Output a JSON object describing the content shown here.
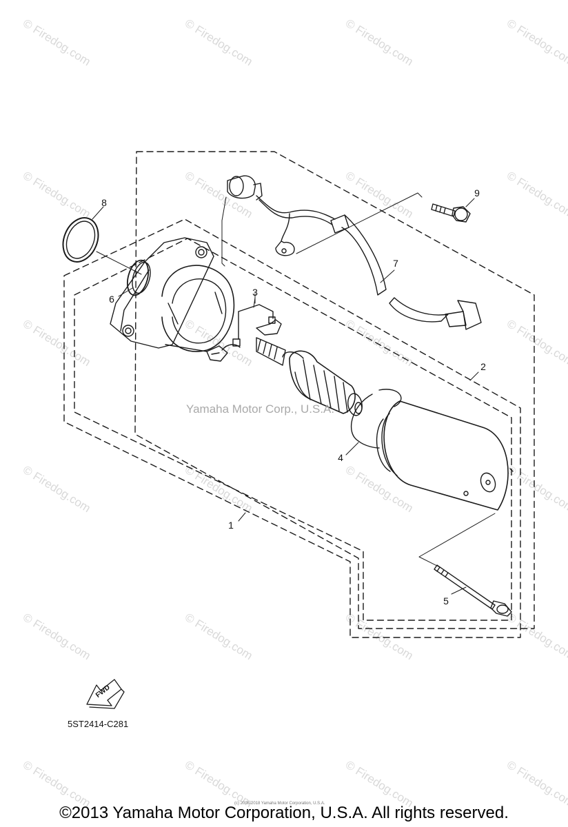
{
  "watermark": {
    "text": "© Firedog.com"
  },
  "callouts": {
    "c1": "1",
    "c2": "2",
    "c3": "3",
    "c4": "4",
    "c5": "5",
    "c6": "6",
    "c7": "7",
    "c8": "8",
    "c9": "9"
  },
  "center_watermark": "Yamaha Motor Corp., U.S.A.",
  "fwd_label": "FWD",
  "diagram_code": "5ST2414-C281",
  "tiny_credit": "(c) 2008-2018 Yamaha Motor Corporation, U.S.A.",
  "footer": "©2013 Yamaha Motor Corporation, U.S.A. All rights reserved.",
  "colors": {
    "line": "#1a1a1a",
    "watermark": "#d9d9d9"
  },
  "icons": [
    "fwd-arrow-icon"
  ]
}
